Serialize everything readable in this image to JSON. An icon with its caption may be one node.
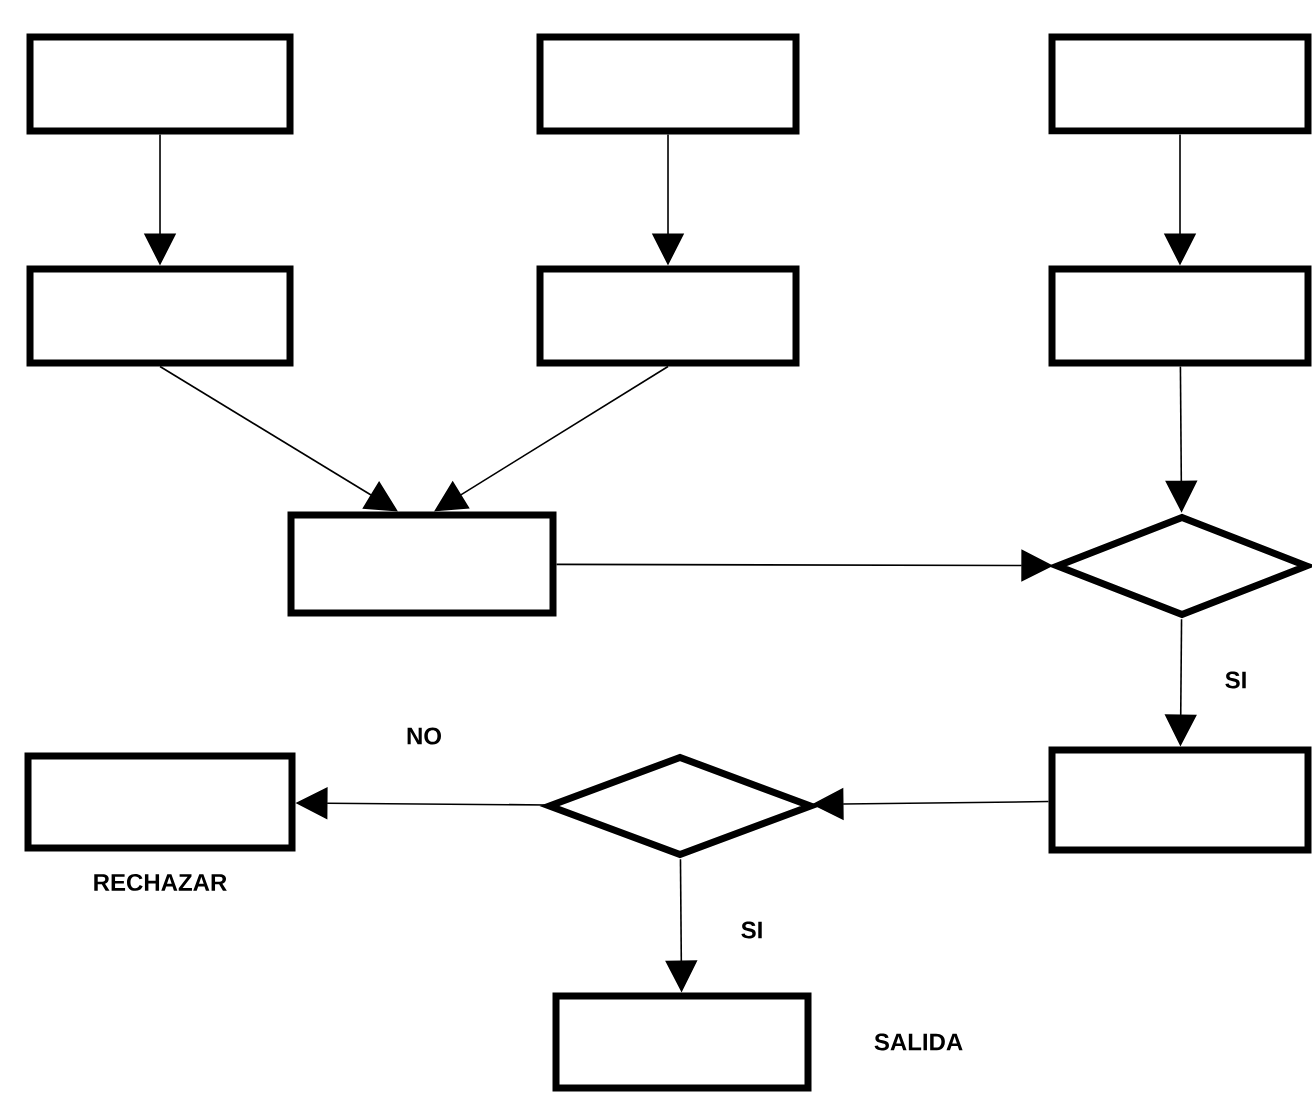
{
  "diagram": {
    "nodes": [
      {
        "text": [],
        "shape": "box"
      },
      {
        "text": [],
        "shape": "box"
      },
      {
        "text": [],
        "shape": "box"
      },
      {
        "text": [],
        "shape": "box"
      },
      {
        "text": [],
        "shape": "box"
      },
      {
        "text": [],
        "shape": "box"
      },
      {
        "text": [],
        "shape": "box"
      },
      {
        "text": [],
        "shape": "diamond"
      },
      {
        "text": [],
        "shape": "box"
      },
      {
        "text": [],
        "shape": "box",
        "beside": [
          "RECHAZAR"
        ]
      },
      {
        "text": [],
        "shape": "diamond"
      },
      {
        "text": [],
        "shape": "box",
        "beside": [
          "SALIDA"
        ]
      }
    ],
    "edges": [
      {
        "from": 0,
        "to": 3,
        "arrow": "to"
      },
      {
        "from": 1,
        "to": 4,
        "arrow": "to"
      },
      {
        "from": 2,
        "to": 5,
        "arrow": "to"
      },
      {
        "from": 3,
        "to": 6,
        "arrow": "to"
      },
      {
        "from": 4,
        "to": 6,
        "arrow": "to"
      },
      {
        "from": 5,
        "to": 7,
        "arrow": "to"
      },
      {
        "from": 6,
        "to": 7,
        "arrow": "to"
      },
      {
        "from": 7,
        "to": 8,
        "arrow": "to",
        "label": "SI"
      },
      {
        "from": 8,
        "to": 10,
        "arrow": "to"
      },
      {
        "from": 10,
        "to": 9,
        "arrow": "to",
        "label": "NO"
      },
      {
        "from": 10,
        "to": 11,
        "arrow": "to",
        "label": "SI"
      }
    ]
  }
}
